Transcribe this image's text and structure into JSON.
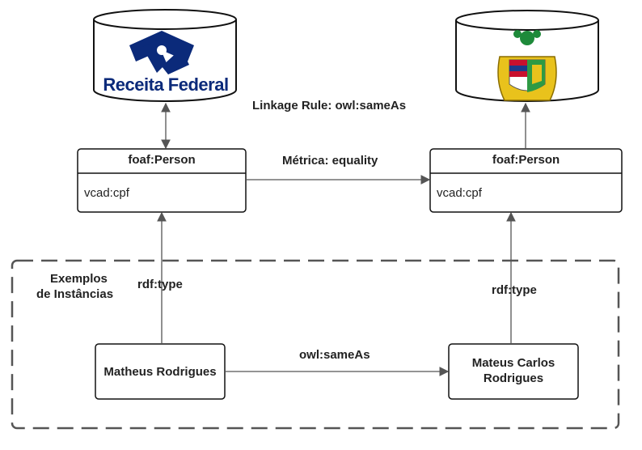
{
  "logos": {
    "left": {
      "name": "receita-federal-logo",
      "text": "Receita Federal",
      "color": "#0b2a7a"
    },
    "right": {
      "name": "bahia-coat-of-arms-icon",
      "colors": [
        "#1e8a3a",
        "#e9c21c",
        "#c8102e",
        "#1b3a8b"
      ]
    }
  },
  "labels": {
    "linkage_rule": "Linkage Rule: owl:sameAs",
    "metric": "Métrica: equality",
    "examples_line1": "Exemplos",
    "examples_line2": "de Instâncias",
    "rdf_type_left": "rdf:type",
    "rdf_type_right": "rdf:type",
    "owl_sameas": "owl:sameAs"
  },
  "classes": {
    "left": {
      "title": "foaf:Person",
      "attribute": "vcad:cpf"
    },
    "right": {
      "title": "foaf:Person",
      "attribute": "vcad:cpf"
    }
  },
  "instances": {
    "left": "Matheus Rodrigues",
    "right_line1": "Mateus Carlos",
    "right_line2": "Rodrigues"
  }
}
